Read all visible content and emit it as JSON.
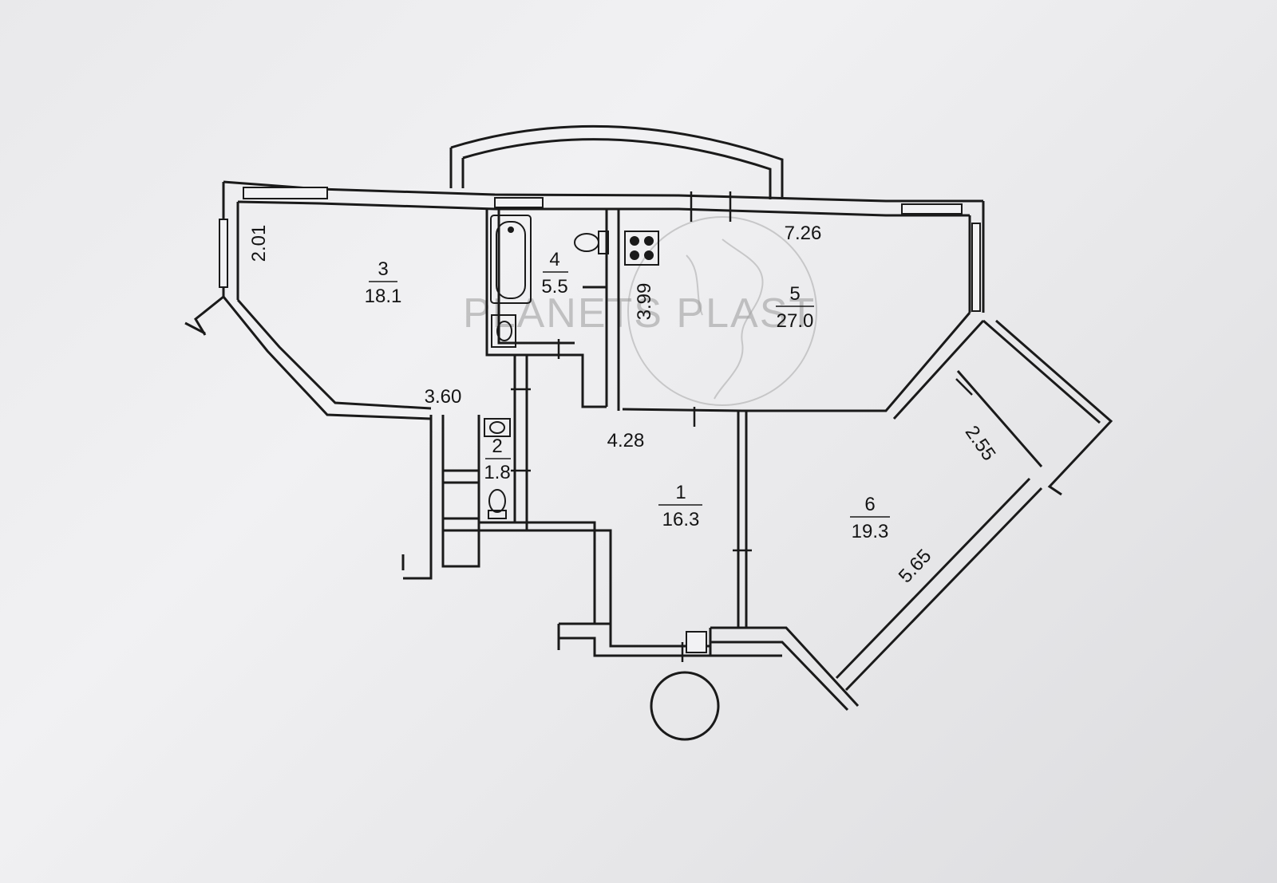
{
  "rooms": [
    {
      "number": "3",
      "area": "18.1"
    },
    {
      "number": "4",
      "area": "5.5"
    },
    {
      "number": "5",
      "area": "27.0"
    },
    {
      "number": "2",
      "area": "1.8"
    },
    {
      "number": "1",
      "area": "16.3"
    },
    {
      "number": "6",
      "area": "19.3"
    }
  ],
  "dimensions": {
    "d_201": "2.01",
    "d_360": "3.60",
    "d_726": "7.26",
    "d_399": "3.99",
    "d_428": "4.28",
    "d_255": "2.55",
    "d_565": "5.65"
  },
  "watermark": "PLANETS PLAST"
}
